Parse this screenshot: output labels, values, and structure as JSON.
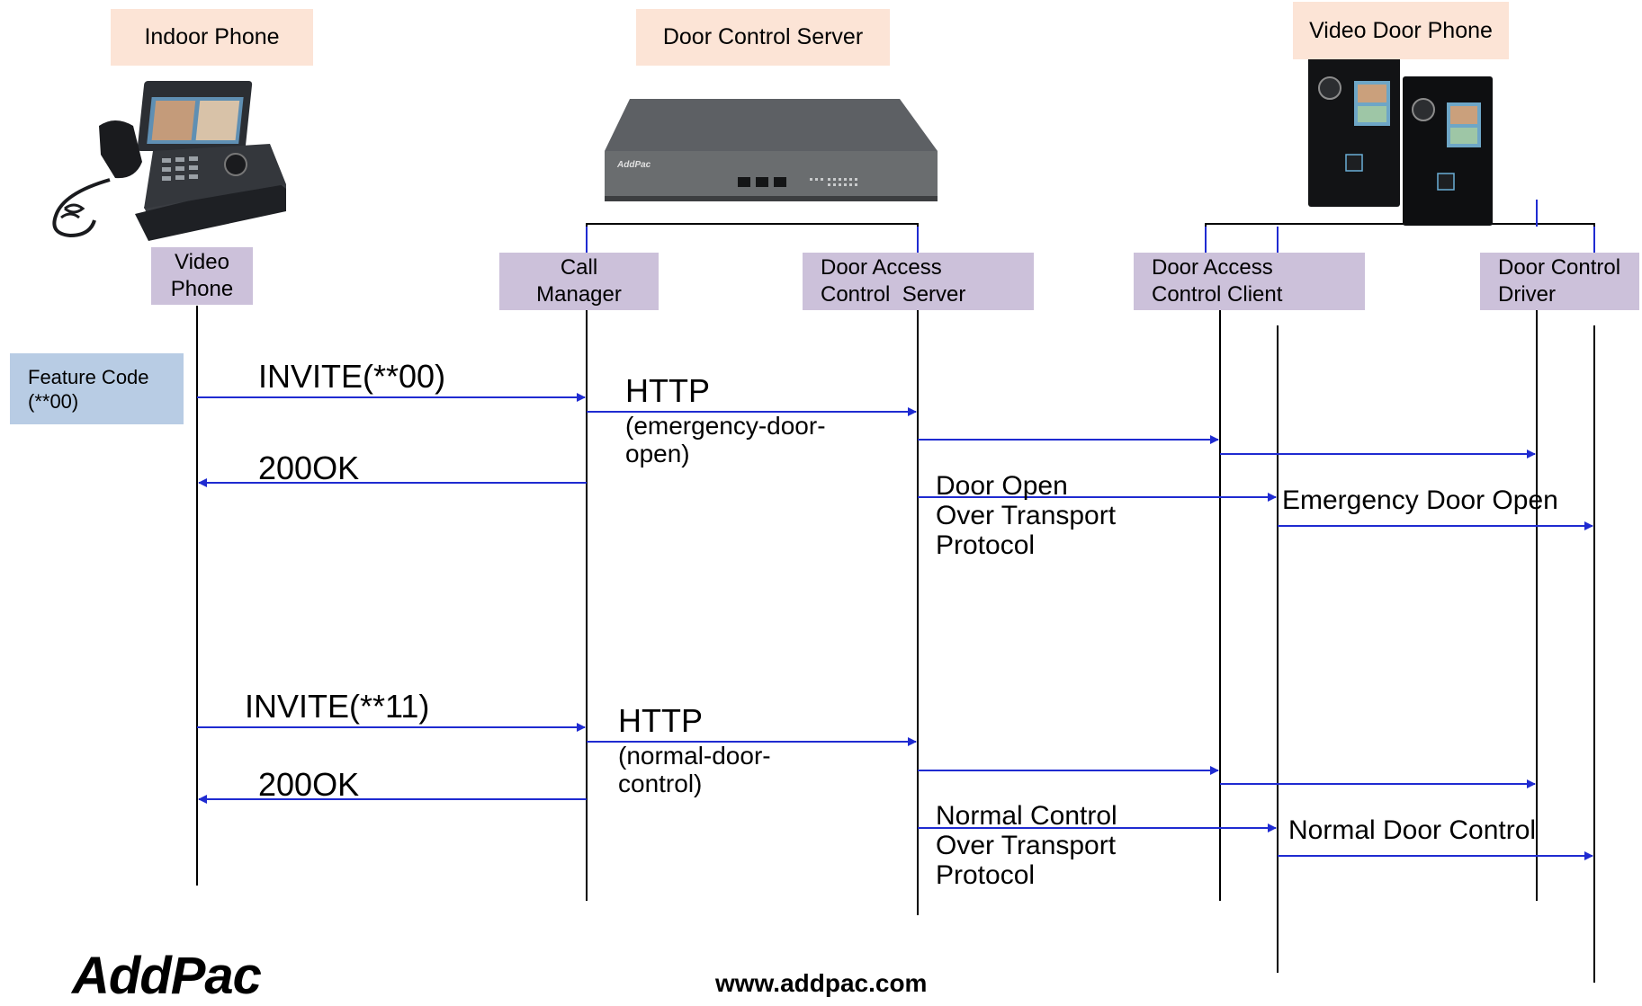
{
  "devices": {
    "indoor_phone": "Indoor Phone",
    "door_control_server": "Door Control Server",
    "video_door_phone": "Video Door Phone"
  },
  "entities": {
    "video_phone": "Video\nPhone",
    "call_manager": "Call\nManager",
    "door_access_control_server": "Door Access\nControl  Server",
    "door_access_control_client": "Door Access\nControl Client",
    "door_control_driver": "Door Control\nDriver"
  },
  "feature_code": "Feature Code\n(**00)",
  "server_plate": "AddPac",
  "messages": {
    "invite_00": "INVITE(**00)",
    "http_1": "HTTP",
    "http_1_sub": "(emergency-door-\nopen)",
    "ok_1": "200OK",
    "door_open_transport": "Door Open\nOver Transport\nProtocol",
    "emergency_door_open": "Emergency Door Open",
    "invite_11": "INVITE(**11)",
    "http_2": "HTTP",
    "http_2_sub": "(normal-door-\ncontrol)",
    "ok_2": "200OK",
    "normal_control_transport": "Normal Control\nOver Transport\nProtocol",
    "normal_door_control": "Normal Door Control"
  },
  "footer": {
    "logo": "AddPac",
    "url": "www.addpac.com"
  },
  "colors": {
    "arrow": "#1f2bd1",
    "device_label_bg": "#fce4d6",
    "entity_bg": "#ccc1da",
    "feature_bg": "#b8cce4"
  }
}
